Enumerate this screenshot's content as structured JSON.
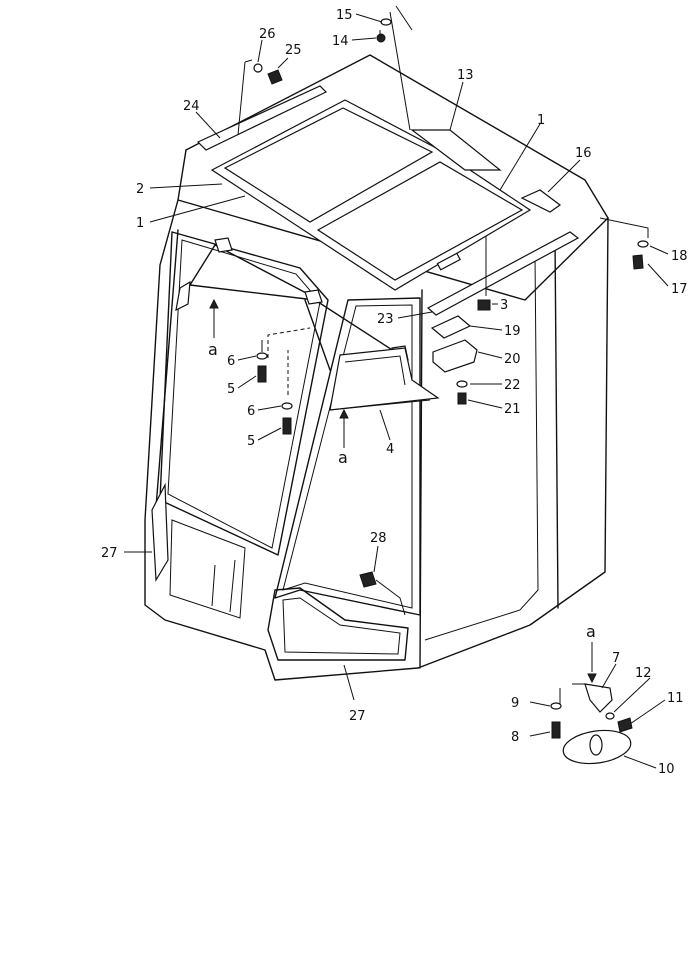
{
  "labels": [
    {
      "id": "l15",
      "text": "15"
    },
    {
      "id": "l14",
      "text": "14"
    },
    {
      "id": "l26",
      "text": "26"
    },
    {
      "id": "l25",
      "text": "25"
    },
    {
      "id": "l13",
      "text": "13"
    },
    {
      "id": "l24",
      "text": "24"
    },
    {
      "id": "l1a",
      "text": "1"
    },
    {
      "id": "l16",
      "text": "16"
    },
    {
      "id": "l2",
      "text": "2"
    },
    {
      "id": "l1b",
      "text": "1"
    },
    {
      "id": "l18",
      "text": "18"
    },
    {
      "id": "l17",
      "text": "17"
    },
    {
      "id": "l3",
      "text": "3"
    },
    {
      "id": "l23",
      "text": "23"
    },
    {
      "id": "l19",
      "text": "19"
    },
    {
      "id": "l20",
      "text": "20"
    },
    {
      "id": "l22",
      "text": "22"
    },
    {
      "id": "l21",
      "text": "21"
    },
    {
      "id": "l6a",
      "text": "6"
    },
    {
      "id": "l5a",
      "text": "5"
    },
    {
      "id": "l6b",
      "text": "6"
    },
    {
      "id": "l5b",
      "text": "5"
    },
    {
      "id": "l4",
      "text": "4"
    },
    {
      "id": "l27a",
      "text": "27"
    },
    {
      "id": "l28",
      "text": "28"
    },
    {
      "id": "l27b",
      "text": "27"
    },
    {
      "id": "l7",
      "text": "7"
    },
    {
      "id": "l12",
      "text": "12"
    },
    {
      "id": "l11",
      "text": "11"
    },
    {
      "id": "l9",
      "text": "9"
    },
    {
      "id": "l8",
      "text": "8"
    },
    {
      "id": "l10",
      "text": "10"
    }
  ],
  "refs": [
    {
      "id": "ra1",
      "text": "a"
    },
    {
      "id": "ra2",
      "text": "a"
    },
    {
      "id": "ra3",
      "text": "a"
    }
  ]
}
